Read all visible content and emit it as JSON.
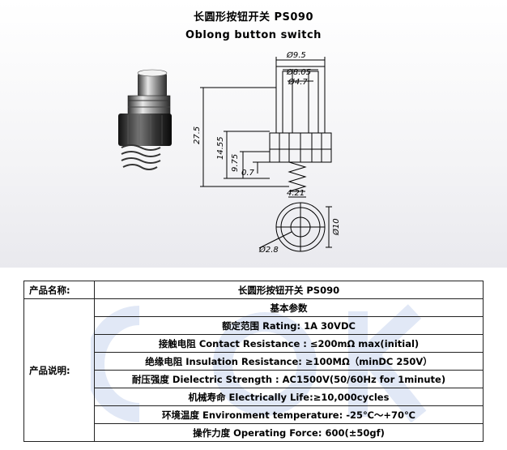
{
  "header": {
    "title_cn": "长圆形按钮开关 PS090",
    "title_en": "Oblong button switch"
  },
  "drawing": {
    "dim_d95": "Ø9.5",
    "dim_d805": "Ø8.05",
    "dim_d47": "Ø4.7",
    "dim_275": "27.5",
    "dim_1455": "14.55",
    "dim_975": "9.75",
    "dim_07": "0.7",
    "dim_421": "4.21",
    "dim_d10": "Ø10",
    "dim_d28": "Ø2.8"
  },
  "spec_table": {
    "name_label": "产品名称:",
    "name_value": "长圆形按钮开关 PS090",
    "desc_label": "产品说明:",
    "rows": [
      "基本参数",
      "额定范围 Rating: 1A 30VDC",
      "接触电阻 Contact Resistance : ≤200mΩ max(initial)",
      "绝缘电阻 Insulation Resistance:  ≥100MΩ（minDC 250V）",
      "耐压强度 Dielectric Strength : AC1500V(50/60Hz for 1minute)",
      "机械寿命 Electrically Life:≥10,000cycles",
      "环境温度 Environment temperature: -25℃～+70℃",
      "操作力度 Operating Force: 600(±50gf)"
    ]
  },
  "colors": {
    "watermark": "#c9d6ee",
    "line": "#000000"
  }
}
